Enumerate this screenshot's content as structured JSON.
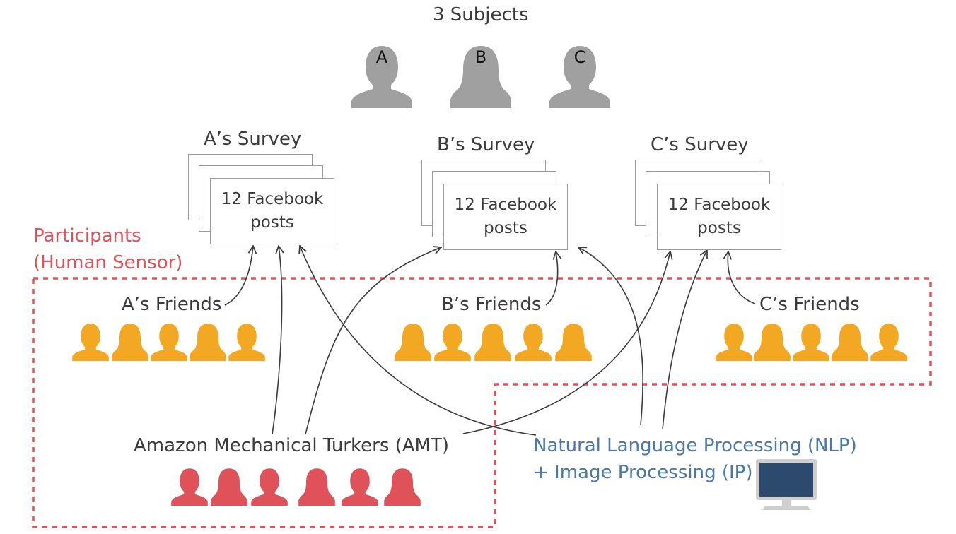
{
  "title": "3 Subjects",
  "subjects": [
    {
      "label": "A",
      "type": "male"
    },
    {
      "label": "B",
      "type": "female"
    },
    {
      "label": "C",
      "type": "male"
    }
  ],
  "surveys": [
    {
      "title": "A’s Survey",
      "content": "12 Facebook posts"
    },
    {
      "title": "B’s Survey",
      "content": "12 Facebook posts"
    },
    {
      "title": "C’s Survey",
      "content": "12 Facebook posts"
    }
  ],
  "participants_label": {
    "line1": "Participants",
    "line2": "(Human Sensor)"
  },
  "friend_groups": [
    {
      "label": "A’s Friends"
    },
    {
      "label": "B’s Friends"
    },
    {
      "label": "C’s Friends"
    }
  ],
  "amt_label": "Amazon Mechanical Turkers (AMT)",
  "nlp_label": {
    "line1": "Natural Language Processing (NLP)",
    "line2": "+ Image Processing (IP)"
  },
  "colors": {
    "subject": "#a0a0a0",
    "friend": "#f2a823",
    "turker": "#e0525a",
    "participants_text": "#e0525a",
    "nlp_text": "#4a78a8",
    "monitor_screen": "#2c4a6e",
    "dashed_border": "#e0525a"
  },
  "icons": [
    "person-icon",
    "monitor-icon"
  ]
}
